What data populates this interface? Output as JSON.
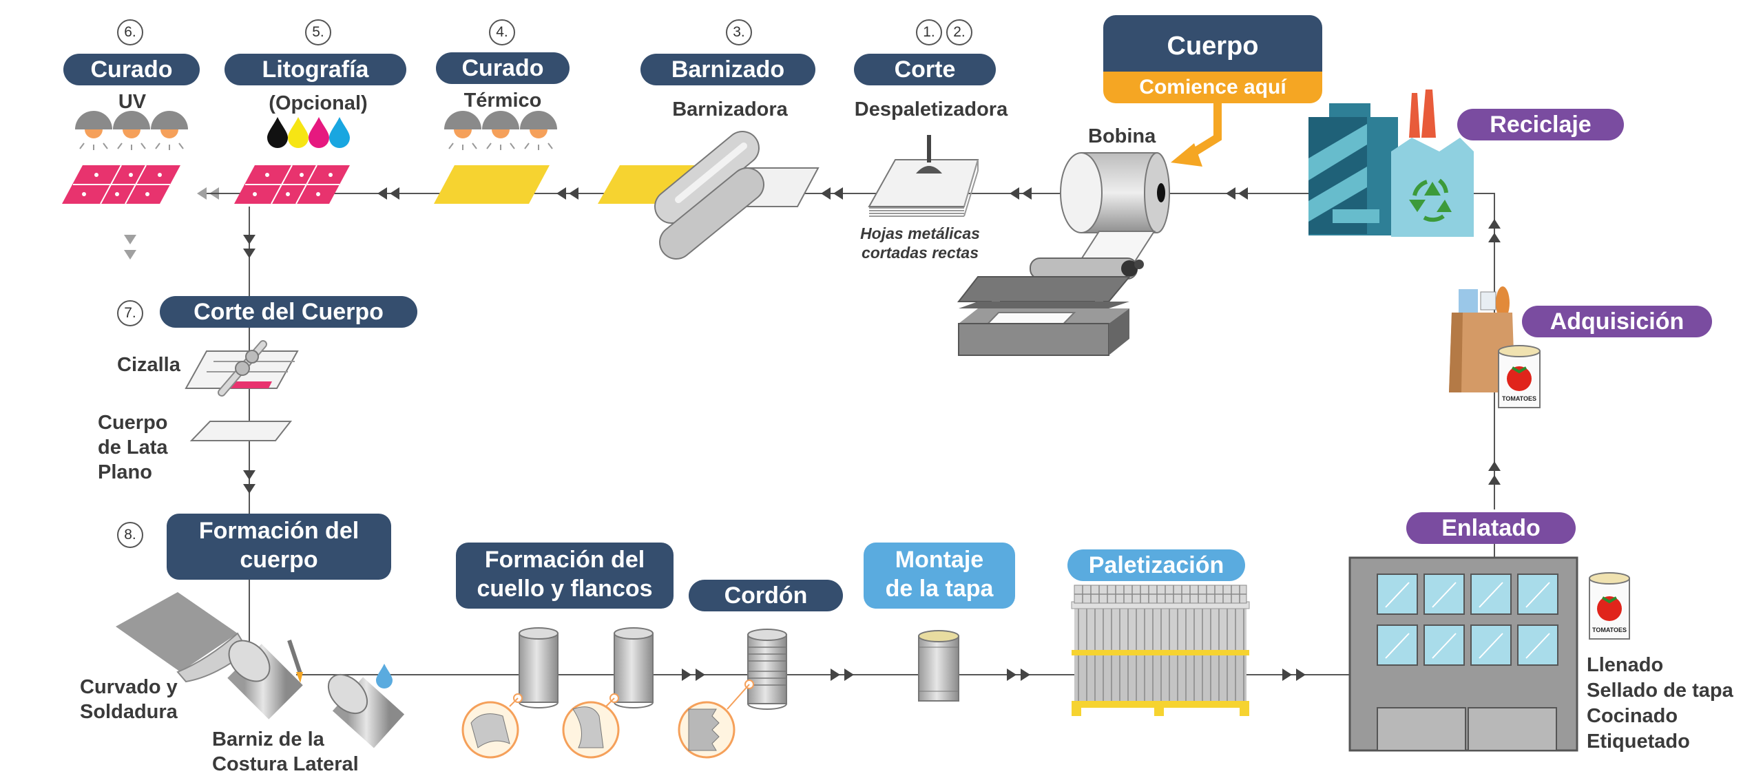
{
  "steps": {
    "curado_uv": {
      "number": "6.",
      "title": "Curado",
      "sublabel": "UV"
    },
    "litografia": {
      "number": "5.",
      "title": "Litografía",
      "sublabel": "(Opcional)"
    },
    "curado_termico": {
      "number": "4.",
      "title": "Curado",
      "sublabel": "Térmico"
    },
    "barnizado": {
      "number": "3.",
      "title": "Barnizado",
      "sublabel": "Barnizadora"
    },
    "corte": {
      "number_a": "1.",
      "number_b": "2.",
      "title": "Corte",
      "sublabel": "Despaletizadora",
      "note_line1": "Hojas metálicas",
      "note_line2": "cortadas rectas"
    },
    "cuerpo": {
      "title": "Cuerpo",
      "start": "Comience aquí",
      "sublabel": "Bobina"
    },
    "corte_cuerpo": {
      "number": "7.",
      "title": "Corte del Cuerpo",
      "cizalla": "Cizalla",
      "flat_line1": "Cuerpo",
      "flat_line2": "de Lata",
      "flat_line3": "Plano"
    },
    "formacion_cuerpo": {
      "number": "8.",
      "title_line1": "Formación del",
      "title_line2": "cuerpo",
      "curvado_line1": "Curvado y",
      "curvado_line2": "Soldadura",
      "barniz_line1": "Barniz de la",
      "barniz_line2": "Costura Lateral"
    },
    "formacion_cuello": {
      "title_line1": "Formación del",
      "title_line2": "cuello y flancos"
    },
    "cordon": {
      "title": "Cordón"
    },
    "montaje": {
      "title_line1": "Montaje",
      "title_line2": "de la tapa"
    },
    "paletizacion": {
      "title": "Paletización"
    },
    "enlatado": {
      "title": "Enlatado",
      "task1": "Llenado",
      "task2": "Sellado de tapa",
      "task3": "Cocinado",
      "task4": "Etiquetado"
    },
    "adquisicion": {
      "title": "Adquisición"
    },
    "reciclaje": {
      "title": "Reciclaje"
    }
  },
  "can_label": "TOMATOES",
  "colors": {
    "navy": "#354e6e",
    "purple": "#7a4ca0",
    "lightblue": "#5aabdf",
    "orange": "#f5a623",
    "magenta": "#e8336e",
    "yellow": "#f6d330",
    "teal": "#2e7f96"
  },
  "icons": [
    "lamp-icon",
    "ink-drop-icon",
    "arrow-icon",
    "recycle-icon",
    "factory-icon",
    "coil-icon",
    "tomato-can-icon",
    "grocery-bag-icon"
  ]
}
